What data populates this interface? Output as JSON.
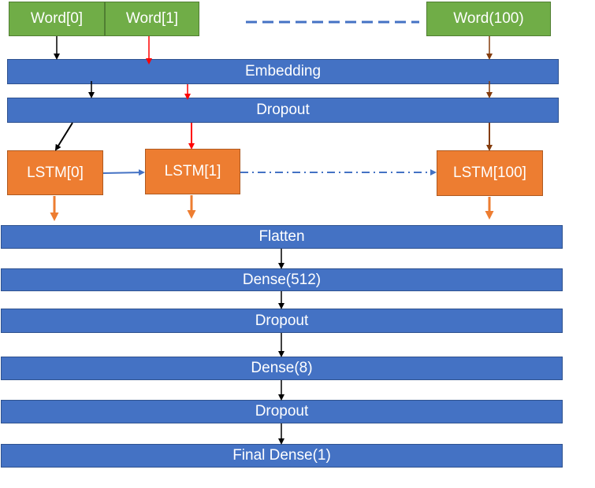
{
  "inputs": {
    "word_0": "Word[0]",
    "word_1": "Word[1]",
    "word_100": "Word(100)"
  },
  "layers": {
    "embedding": "Embedding",
    "dropout_1": "Dropout",
    "flatten": "Flatten",
    "dense_512": "Dense(512)",
    "dropout_2": "Dropout",
    "dense_8": "Dense(8)",
    "dropout_3": "Dropout",
    "final_dense": "Final Dense(1)"
  },
  "lstm": {
    "cell_0": "LSTM[0]",
    "cell_1": "LSTM[1]",
    "cell_100": "LSTM[100]"
  },
  "colors": {
    "word": "#70ad47",
    "layer": "#4472c4",
    "lstm": "#ed7d31",
    "arrow_word0": "#000000",
    "arrow_word1": "#ff0000",
    "arrow_word100": "#843c0c",
    "arrow_lstm_out": "#ed7d31",
    "arrow_recurrent": "#4472c4"
  }
}
